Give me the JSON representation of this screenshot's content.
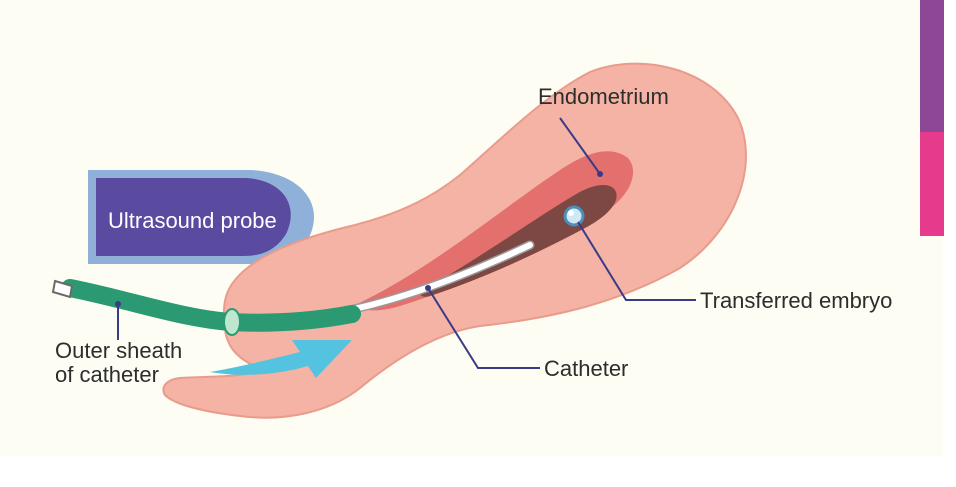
{
  "colors": {
    "background": "#fdfdf3",
    "uterus_fill": "#f4b3a4",
    "uterus_stroke": "#e99b8c",
    "endometrium": "#e3706d",
    "cavity": "#7d4744",
    "probe_fill": "#5a4aa0",
    "probe_border": "#8fb1d9",
    "sheath": "#2b9a73",
    "arrow": "#53c3df",
    "leader": "#3b3a86",
    "label_text": "#2d2d2d",
    "side_bar_top": "#8e4696",
    "side_bar_bottom": "#e63a8c"
  },
  "labels": {
    "endometrium": "Endometrium",
    "ultrasound_probe": "Ultrasound probe",
    "transferred_embryo": "Transferred embryo",
    "outer_sheath_line1": "Outer sheath",
    "outer_sheath_line2": "of catheter",
    "catheter": "Catheter"
  },
  "icons": {
    "insertion_arrow": "arrow-right-icon",
    "embryo": "embryo-icon"
  }
}
